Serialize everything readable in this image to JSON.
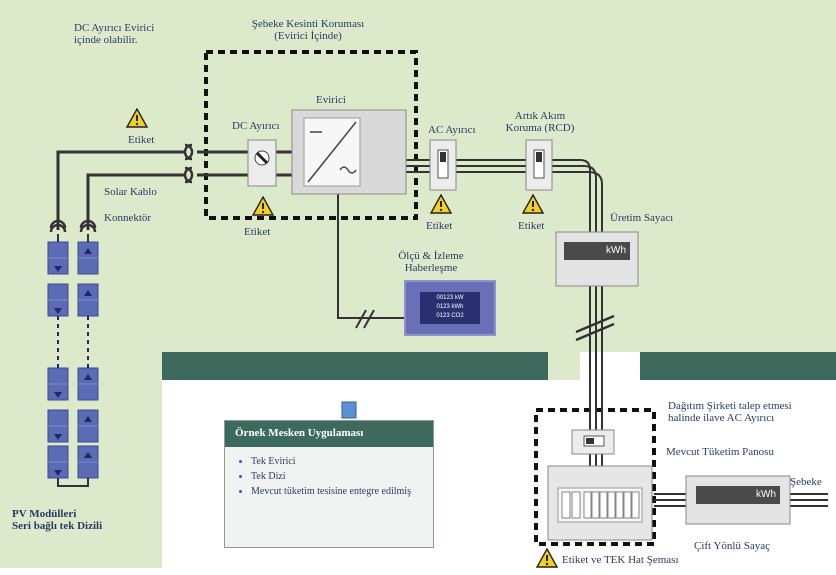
{
  "labels": {
    "dc_isolator_note": [
      "DC Ayırıcı Evirici",
      "içinde olabilir."
    ],
    "grid_protection": [
      "Şebeke Kesinti Koruması",
      "(Evirici İçinde)"
    ],
    "inverter": "Evirici",
    "dc_isolator": "DC Ayırıcı",
    "ac_isolator": "AC Ayırıcı",
    "rcd": [
      "Artık Akım",
      "Koruma (RCD)"
    ],
    "label_top": "Etiket",
    "solar_cable": "Solar Kablo",
    "connector": "Konnektör",
    "label_inverter": "Etiket",
    "label_ac": "Etiket",
    "label_rcd": "Etiket",
    "production_meter": "Üretim Sayacı",
    "monitoring": [
      "Ölçü & İzleme",
      "Haberleşme"
    ],
    "pv_modules": [
      "PV Modülleri",
      "Seri bağlı tek Dizili"
    ],
    "utility_note": [
      "Dağıtım Şirketi talep etmesi",
      "halinde ilave AC Ayırıcı"
    ],
    "consumer_panel": "Mevcut Tüketim Panosu",
    "grid": "Şebeke",
    "bidirectional_meter": "Çift Yönlü Sayaç",
    "label_tek": "Etiket ve TEK Hat Şeması"
  },
  "monitor_display": [
    "00123 kW",
    "0123 kWh",
    "0123 CO2"
  ],
  "meter_unit": "kWh",
  "info_box": {
    "title": "Örnek Mesken Uygulaması",
    "items": [
      "Tek Evirici",
      "Tek Dizi",
      "Mevcut tüketim tesisine entegre edilmiş"
    ]
  },
  "colors": {
    "background_zone": "#dde9cb",
    "band": "#3e6a5e",
    "wire": "#333333",
    "panel": "#5b6bb5",
    "warning": "#f2d21e"
  }
}
